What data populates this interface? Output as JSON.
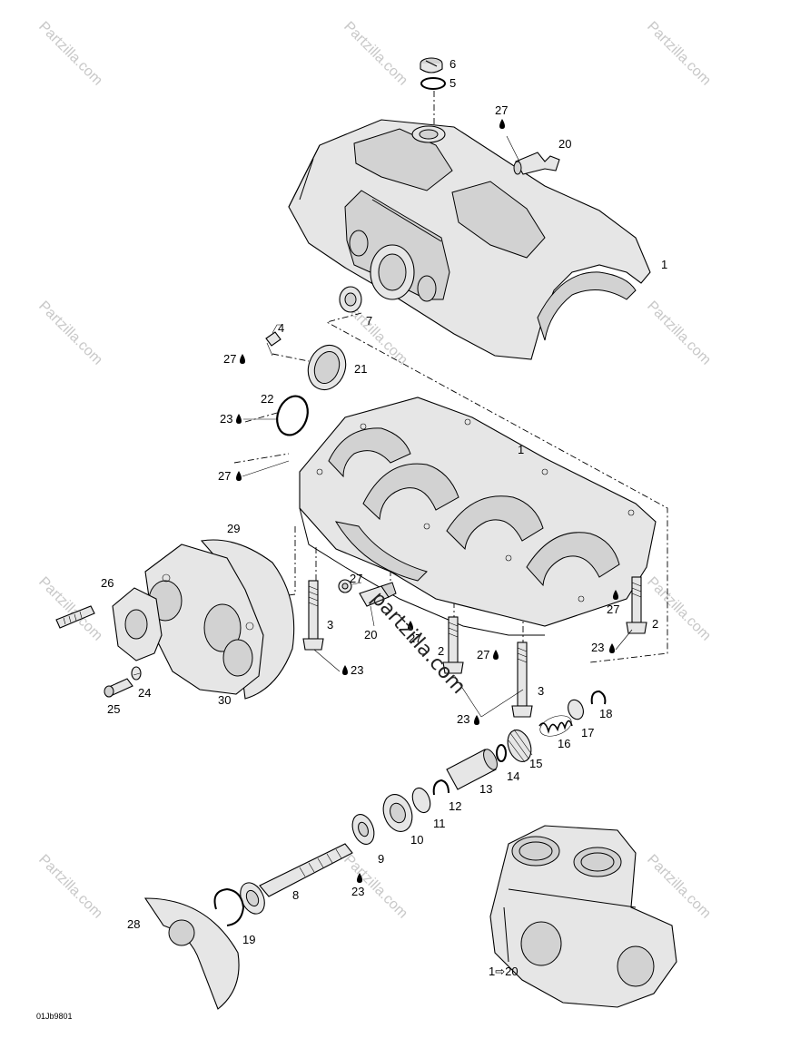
{
  "watermark": "Partzilla.com",
  "diagram_code": "01Jb9801",
  "stamp_text": "partzilla.com",
  "callouts": {
    "c6": "6",
    "c5": "5",
    "c27a": "27",
    "c20a": "20",
    "c1a": "1",
    "c7": "7",
    "c4": "4",
    "c27b": "27",
    "c21": "21",
    "c22": "22",
    "c23a": "23",
    "c1b": "1",
    "c27c": "27",
    "c29": "29",
    "c26": "26",
    "c27d": "27",
    "c3a": "3",
    "c20b": "20",
    "c27e": "27",
    "c27f": "27",
    "c2a": "2",
    "c23b": "23",
    "c2b": "2",
    "c27g": "27",
    "c3b": "3",
    "c23c": "23",
    "c24": "24",
    "c25": "25",
    "c30": "30",
    "c23d": "23",
    "c18": "18",
    "c17": "17",
    "c16": "16",
    "c15": "15",
    "c14": "14",
    "c13": "13",
    "c12": "12",
    "c11": "11",
    "c10": "10",
    "c9": "9",
    "c23e": "23",
    "c8": "8",
    "c28": "28",
    "c19": "19",
    "c1to20": "1⇨20"
  }
}
